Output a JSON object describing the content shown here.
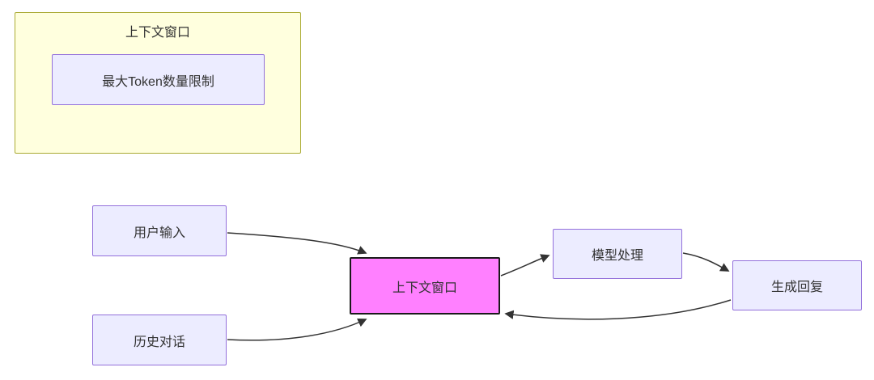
{
  "diagram": {
    "subgraph": {
      "title": "上下文窗口",
      "inner_node": {
        "label": "最大Token数量限制"
      }
    },
    "nodes": {
      "user_input": {
        "label": "用户输入"
      },
      "history_dialog": {
        "label": "历史对话"
      },
      "context_window": {
        "label": "上下文窗口"
      },
      "model_processing": {
        "label": "模型处理"
      },
      "generate_reply": {
        "label": "生成回复"
      }
    },
    "edges": [
      {
        "from": "用户输入",
        "to": "上下文窗口"
      },
      {
        "from": "历史对话",
        "to": "上下文窗口"
      },
      {
        "from": "上下文窗口",
        "to": "模型处理"
      },
      {
        "from": "模型处理",
        "to": "生成回复"
      },
      {
        "from": "生成回复",
        "to": "上下文窗口"
      }
    ],
    "colors": {
      "node_fill": "#ECECFF",
      "node_border": "#9370DB",
      "subgraph_fill": "#FFFFDE",
      "subgraph_border": "#AAAA33",
      "highlight_fill": "#FF80FF",
      "highlight_border": "#1A1A1A",
      "edge_color": "#333333",
      "text_color": "#333333",
      "background": "#FFFFFF"
    }
  }
}
